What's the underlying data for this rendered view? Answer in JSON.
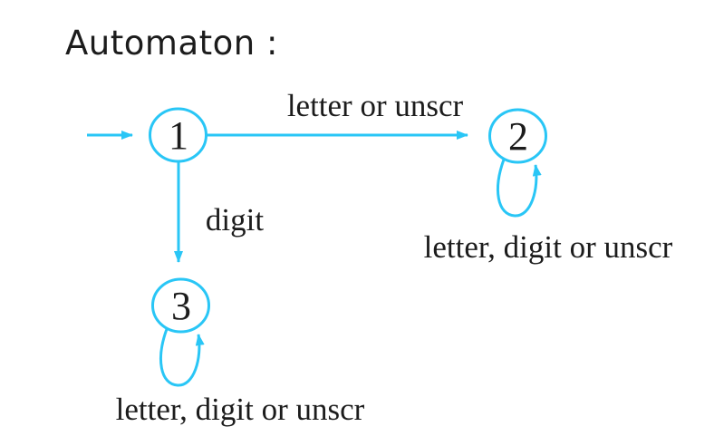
{
  "title": "Automaton :",
  "colors": {
    "accent": "#29c6f6",
    "text": "#1c1c1c",
    "background": "#ffffff"
  },
  "automaton": {
    "states": [
      {
        "id": "1",
        "start": true
      },
      {
        "id": "2",
        "start": false
      },
      {
        "id": "3",
        "start": false
      }
    ],
    "transitions": [
      {
        "from": "1",
        "to": "2",
        "label": "letter or unscr"
      },
      {
        "from": "1",
        "to": "3",
        "label": "digit"
      },
      {
        "from": "2",
        "to": "2",
        "label": "letter, digit or unscr"
      },
      {
        "from": "3",
        "to": "3",
        "label": "letter, digit or unscr"
      }
    ]
  }
}
